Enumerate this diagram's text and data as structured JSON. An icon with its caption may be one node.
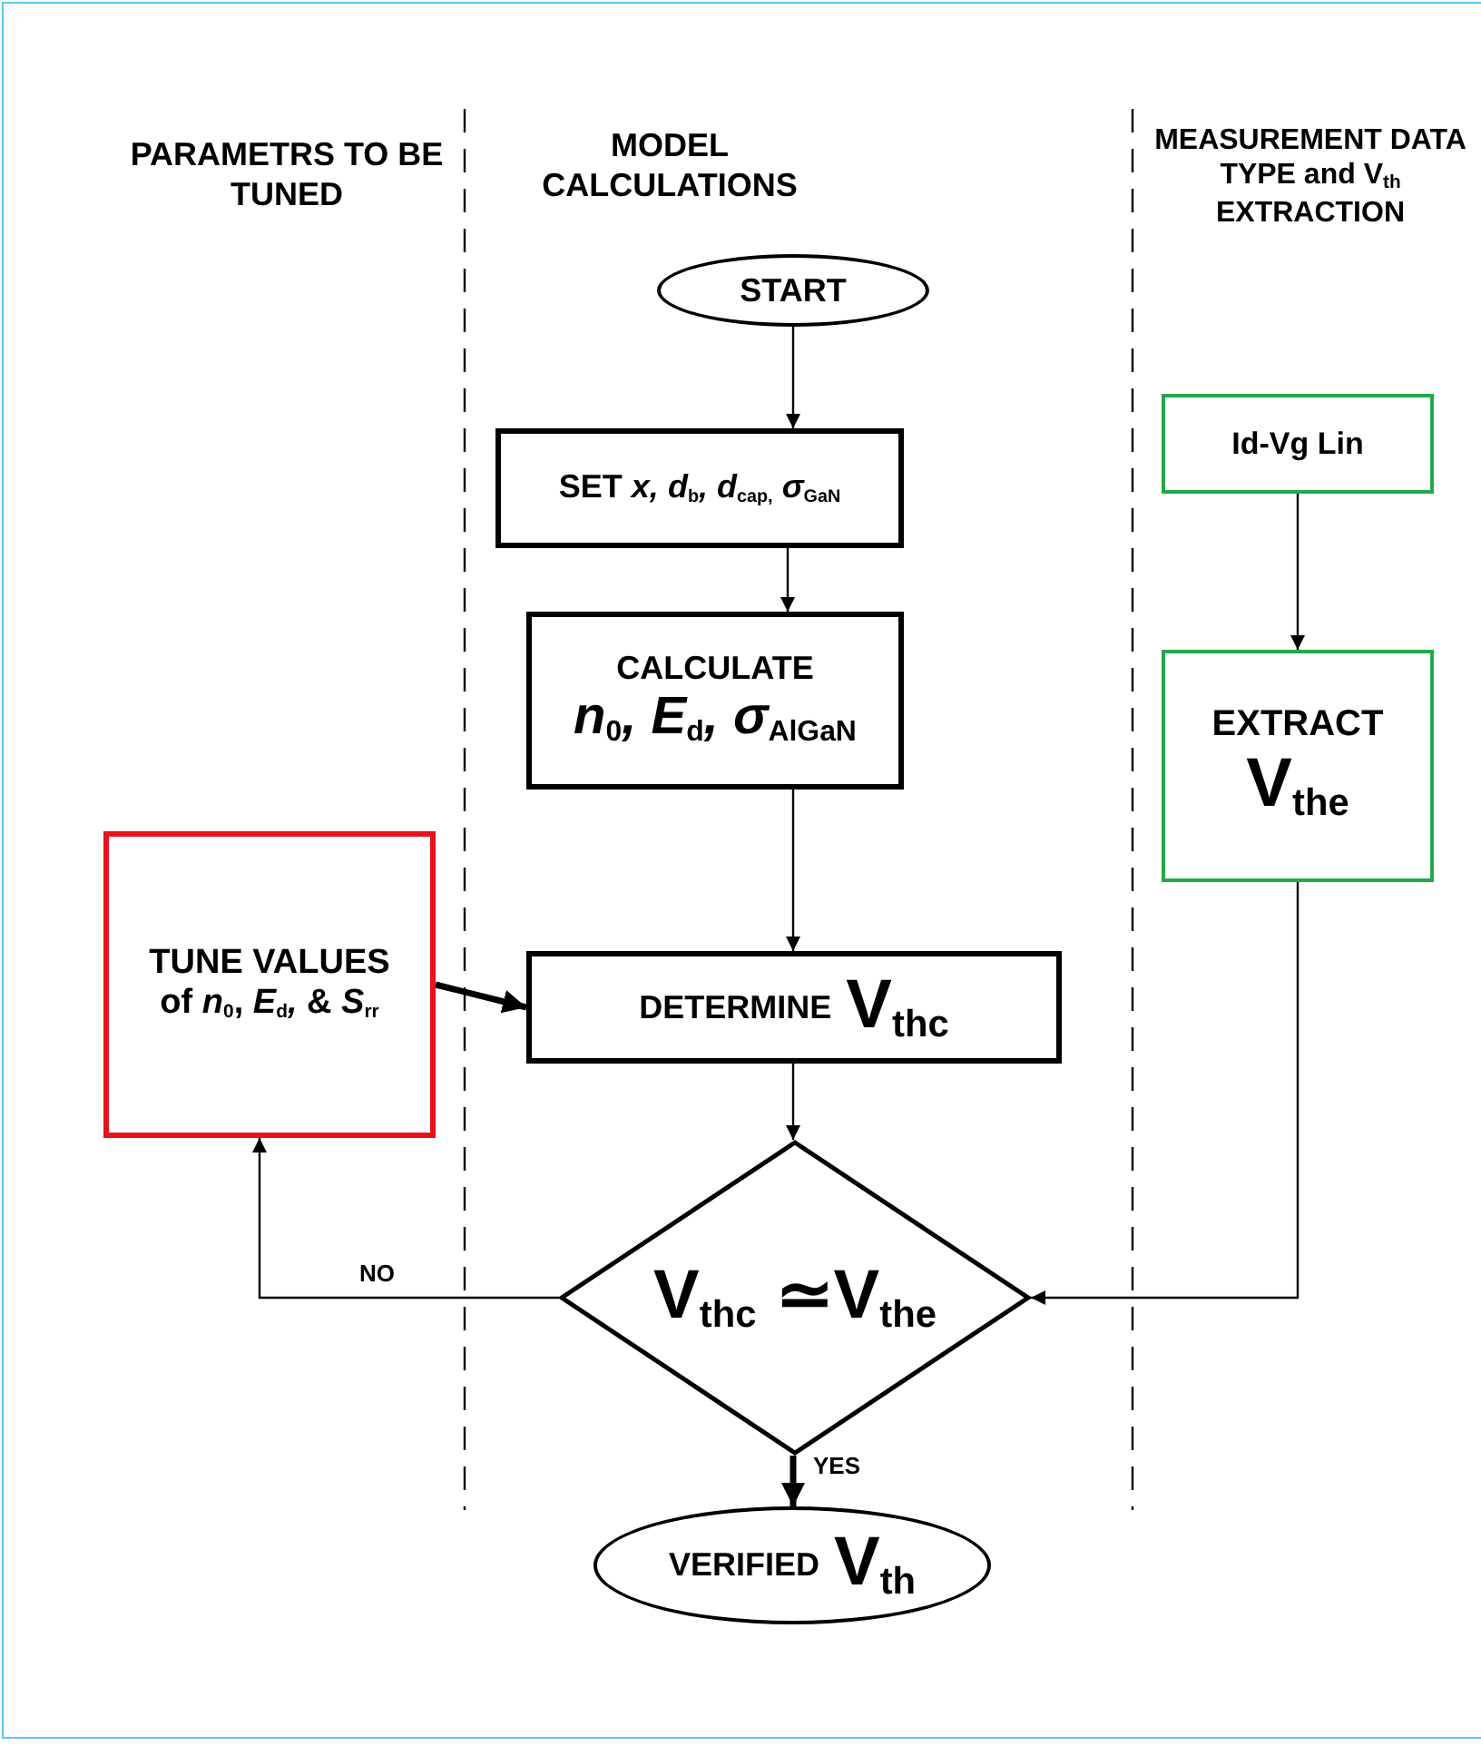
{
  "diagram": {
    "nodes": [
      {
        "text": [
          "START"
        ]
      },
      {
        "text": [
          "SET *x,* *d*$_{b}$*,* *d*$_{cap,}$ *σ*$_{GaN}$"
        ]
      },
      {
        "text": [
          "CALCULATE",
          "*n*$_{0}$*,* *E*$_{d}$*,* *σ*$_{AlGaN}$"
        ]
      },
      {
        "text": [
          "TUNE VALUES",
          "of *n*$_{0}$, *E*$_{d}$*,* & *S*$_{rr}$"
        ]
      },
      {
        "text": [
          "DETERMINE",
          "V$_{thc}$"
        ]
      },
      {
        "text": [
          "V$_{thc}$ ≃V$_{the}$"
        ]
      },
      {
        "text": [
          "VERIFIED",
          "V$_{th}$"
        ]
      },
      {
        "text": [
          "Id-Vg Lin"
        ]
      },
      {
        "text": [
          "EXTRACT",
          "V$_{the}$"
        ]
      }
    ],
    "edges": [
      {
        "from": 0,
        "to": 1,
        "arrow": "to"
      },
      {
        "from": 1,
        "to": 2,
        "arrow": "to"
      },
      {
        "from": 2,
        "to": 4,
        "arrow": "to"
      },
      {
        "from": 3,
        "to": 4,
        "arrow": "to",
        "style": "thick"
      },
      {
        "from": 4,
        "to": 5,
        "arrow": "to"
      },
      {
        "from": 5,
        "to": 3,
        "arrow": "to",
        "label": "NO"
      },
      {
        "from": 5,
        "to": 6,
        "arrow": "to",
        "style": "thick",
        "label": "YES"
      },
      {
        "from": 7,
        "to": 8,
        "arrow": "to"
      },
      {
        "from": 8,
        "to": 5,
        "arrow": "to"
      }
    ],
    "labels": [
      "PARAMETRS TO BE TUNED",
      "MODEL CALCULATIONS",
      "MEASUREMENT DATA TYPE and V$_{th}$ EXTRACTION"
    ]
  }
}
